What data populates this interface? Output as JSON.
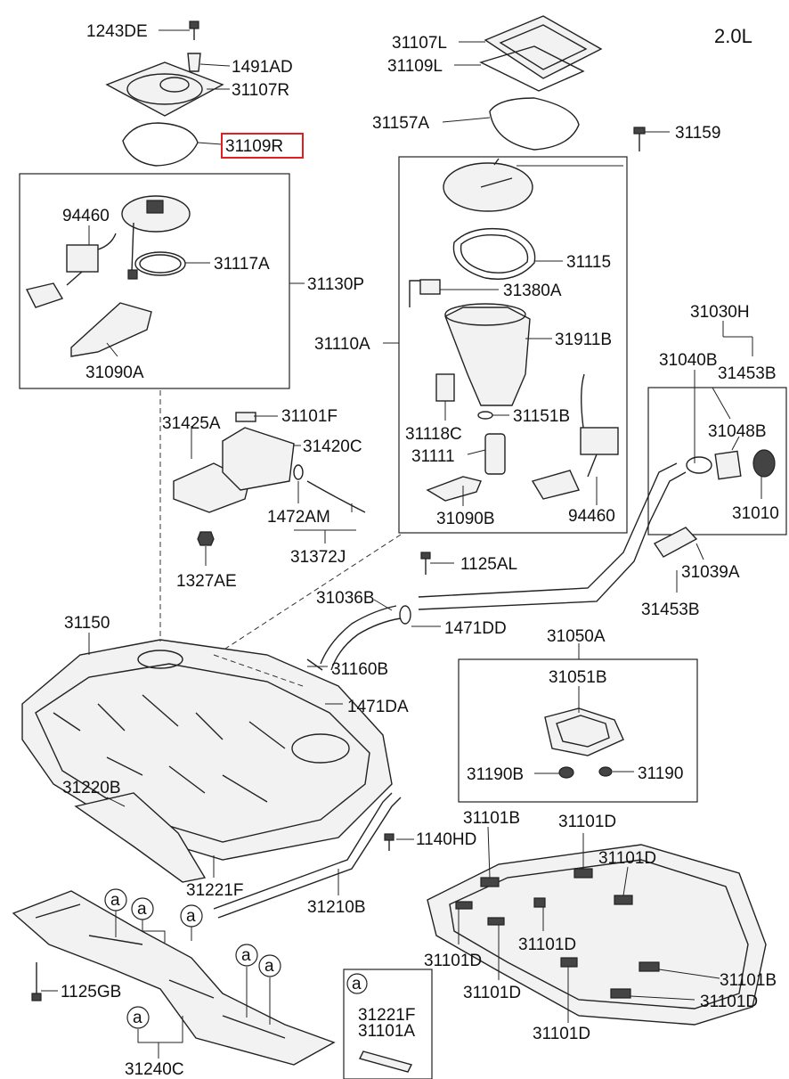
{
  "engine_label": "2.0L",
  "highlighted_part": "31109R",
  "callout_symbol": "a",
  "labels": {
    "p1243DE": "1243DE",
    "p1491AD": "1491AD",
    "p31107R": "31107R",
    "p31109R": "31109R",
    "p94460a": "94460",
    "p31117A": "31117A",
    "p31130P": "31130P",
    "p31090Aa": "31090A",
    "p31107L": "31107L",
    "p31109L": "31109L",
    "p31157A": "31157A",
    "p31159": "31159",
    "p31115": "31115",
    "p31380A": "31380A",
    "p31110A": "31110A",
    "p31911B": "31911B",
    "p31118C": "31118C",
    "p31151B": "31151B",
    "p31111": "31111",
    "p31090Ab": "31090B",
    "p94460b": "94460",
    "p31030H": "31030H",
    "p31040B": "31040B",
    "p31453Ba": "31453B",
    "p31048B": "31048B",
    "p31010": "31010",
    "p31039A": "31039A",
    "p31453Bb": "31453B",
    "p31425A": "31425A",
    "p31101F": "31101F",
    "p31420C": "31420C",
    "p1472AM": "1472AM",
    "p31372J": "31372J",
    "p1327AE": "1327AE",
    "p1125AL": "1125AL",
    "p31036B": "31036B",
    "p1471DD": "1471DD",
    "p31150": "31150",
    "p31160B": "31160B",
    "p1471DA": "1471DA",
    "p31050A": "31050A",
    "p31051B": "31051B",
    "p31190B": "31190B",
    "p31190": "31190",
    "p31220B": "31220B",
    "p1140HD": "1140HD",
    "p31221F": "31221F",
    "p31210B": "31210B",
    "p31101Ba": "31101B",
    "p31101Da": "31101D",
    "p31101Db": "31101D",
    "p31101Dc": "31101D",
    "p31101Dd": "31101D",
    "p31101De": "31101D",
    "p31101Bb": "31101B",
    "p31101Df": "31101D",
    "p31101Dg": "31101D",
    "p1125GB": "1125GB",
    "p31240C": "31240C",
    "inset31221F": "31221F",
    "inset31101A": "31101A"
  }
}
